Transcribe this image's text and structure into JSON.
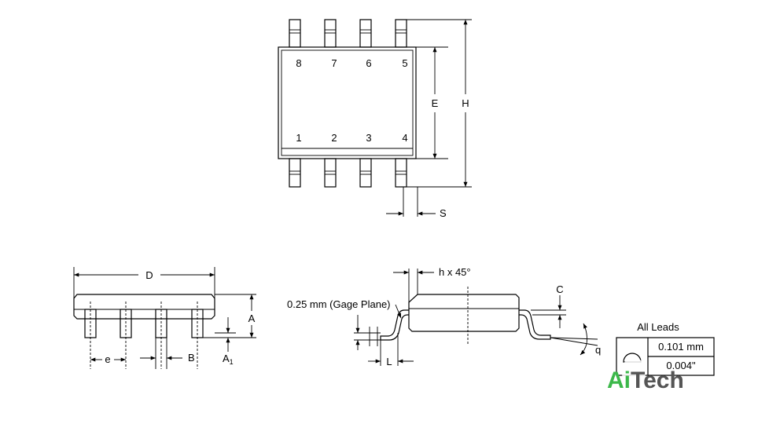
{
  "top_view": {
    "pins_top": [
      "8",
      "7",
      "6",
      "5"
    ],
    "pins_bottom": [
      "1",
      "2",
      "3",
      "4"
    ],
    "label_E": "E",
    "label_H": "H",
    "label_S": "S"
  },
  "side_view": {
    "label_D": "D",
    "label_A": "A",
    "label_A1_main": "A",
    "label_A1_sub": "1",
    "label_e": "e",
    "label_B": "B"
  },
  "profile_view": {
    "label_chamfer": "h x 45°",
    "label_gage": "0.25 mm (Gage Plane)",
    "label_C": "C",
    "label_L": "L",
    "label_q": "q"
  },
  "tolerance": {
    "title": "All Leads",
    "mm": "0.101 mm",
    "inch": "0.004\""
  },
  "logo": {
    "part1": "Ai",
    "part2": "Tech"
  }
}
